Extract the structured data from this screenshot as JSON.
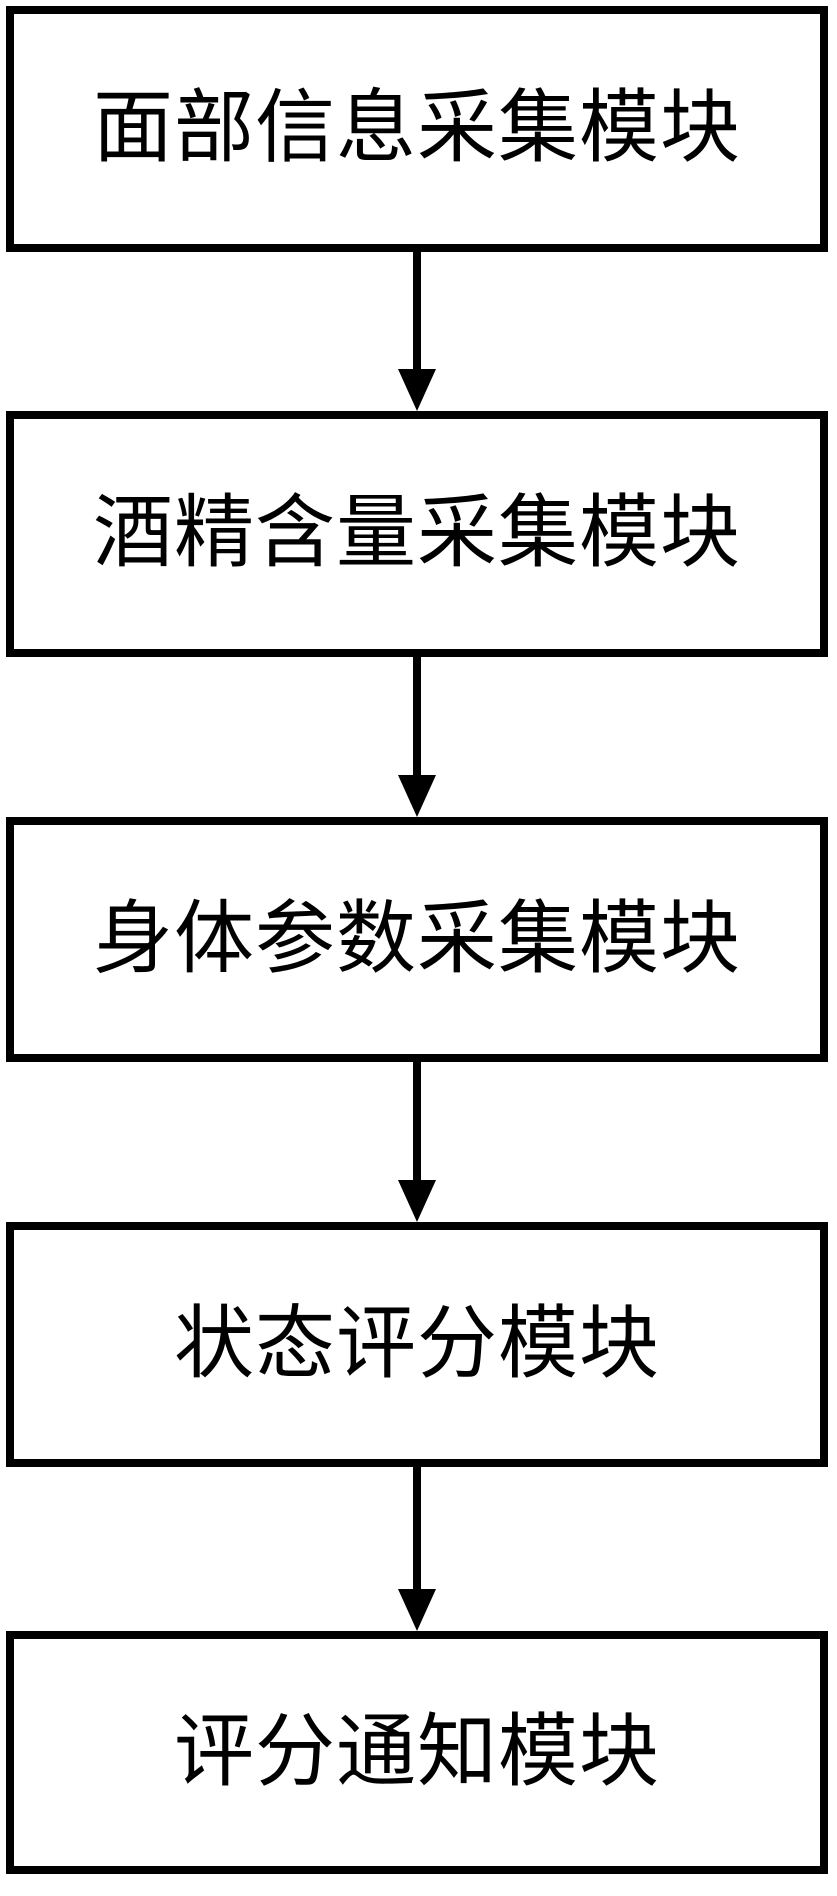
{
  "diagram": {
    "type": "flowchart",
    "direction": "top-down",
    "colors": {
      "line": "#000000",
      "text": "#000000",
      "background": "#ffffff"
    },
    "modules": [
      {
        "id": 1,
        "label": "面部信息采集模块"
      },
      {
        "id": 2,
        "label": "酒精含量采集模块"
      },
      {
        "id": 3,
        "label": "身体参数采集模块"
      },
      {
        "id": 4,
        "label": "状态评分模块"
      },
      {
        "id": 5,
        "label": "评分通知模块"
      }
    ],
    "connections": [
      {
        "from": 1,
        "to": 2
      },
      {
        "from": 2,
        "to": 3
      },
      {
        "from": 3,
        "to": 4
      },
      {
        "from": 4,
        "to": 5
      }
    ]
  }
}
